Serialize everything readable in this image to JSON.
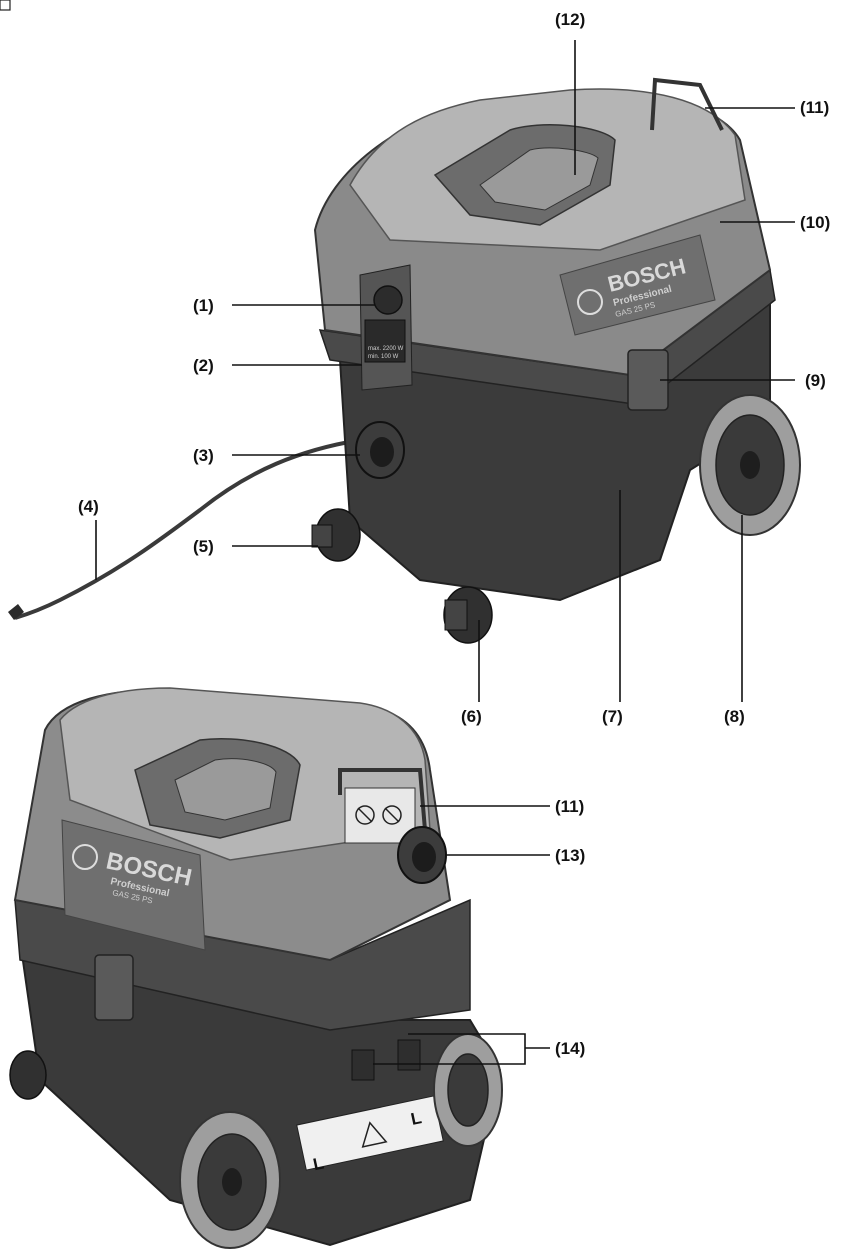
{
  "figure": {
    "brand": "BOSCH",
    "brand_line": "Professional",
    "model": "GAS 25 PS",
    "switch_text_1": "max. 2200 W",
    "switch_text_2": "min. 100 W"
  },
  "callouts": {
    "c1": "(1)",
    "c2": "(2)",
    "c3": "(3)",
    "c4": "(4)",
    "c5": "(5)",
    "c6": "(6)",
    "c7": "(7)",
    "c8": "(8)",
    "c9": "(9)",
    "c10": "(10)",
    "c11": "(11)",
    "c12": "(12)",
    "c11b": "(11)",
    "c13": "(13)",
    "c14": "(14)"
  },
  "warning_label": {
    "class_letter": "L"
  }
}
